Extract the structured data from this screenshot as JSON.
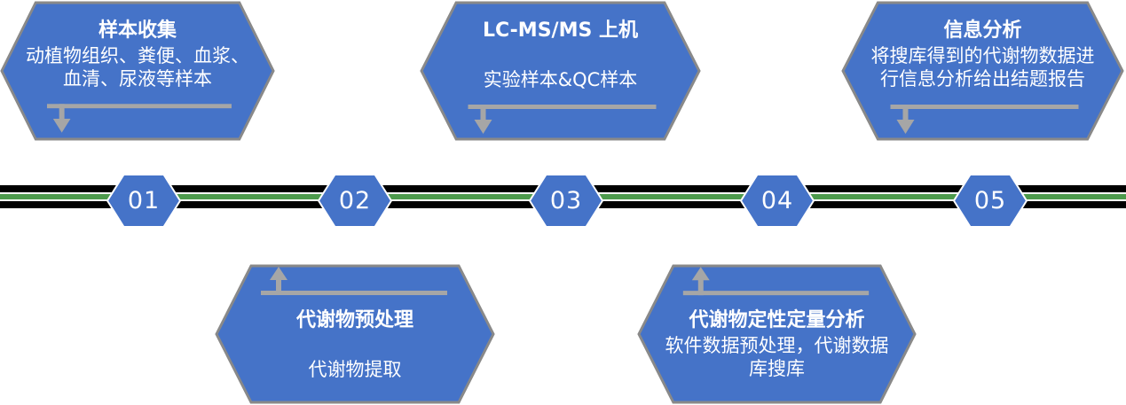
{
  "timeline": {
    "steps": [
      "01",
      "02",
      "03",
      "04",
      "05"
    ]
  },
  "stages": {
    "top": [
      {
        "title": "样本收集",
        "body": "动植物组织、粪便、血浆、\n血清、尿液等样本"
      },
      {
        "title": "LC-MS/MS 上机",
        "body": "实验样本&QC样本"
      },
      {
        "title": "信息分析",
        "body": "将搜库得到的代谢物数据进\n行信息分析给出结题报告"
      }
    ],
    "bottom": [
      {
        "title": "代谢物预处理",
        "body": "代谢物提取"
      },
      {
        "title": "代谢物定性定量分析",
        "body": "软件数据预处理，代谢数据\n库搜库"
      }
    ]
  },
  "colors": {
    "hexagon_fill": "#4573C8",
    "hexagon_border": "#898989",
    "step_hexagon_border": "#FFFFFF",
    "arrow_gray": "#A6A6A6",
    "timeline_black": "#000000",
    "timeline_green": "#4C9A4C",
    "text": "#FFFFFF"
  }
}
